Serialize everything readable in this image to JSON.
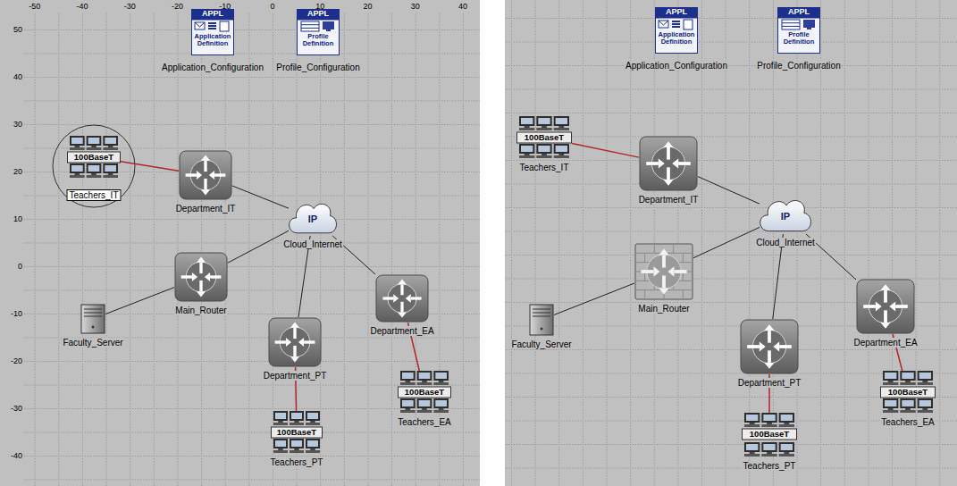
{
  "diagram": {
    "nodes": [
      {
        "text": [
          "APPL",
          "Application Definition",
          "Application_Configuration"
        ]
      },
      {
        "text": [
          "APPL",
          "Profile Definition",
          "Profile_Configuration"
        ]
      },
      {
        "text": [
          "100BaseT",
          "Teachers_IT"
        ]
      },
      {
        "text": [
          "Department_IT"
        ]
      },
      {
        "text": [
          "IP",
          "Cloud_Internet"
        ]
      },
      {
        "text": [
          "Main_Router"
        ]
      },
      {
        "text": [
          "Faculty_Server"
        ]
      },
      {
        "text": [
          "Department_EA"
        ]
      },
      {
        "text": [
          "Department_PT"
        ]
      },
      {
        "text": [
          "100BaseT",
          "Teachers_EA"
        ]
      },
      {
        "text": [
          "100BaseT",
          "Teachers_PT"
        ]
      },
      {
        "text": [
          "APPL",
          "Application Definition",
          "Application_Configuration"
        ]
      },
      {
        "text": [
          "APPL",
          "Profile Definition",
          "Profile_Configuration"
        ]
      },
      {
        "text": [
          "100BaseT",
          "Teachers_IT"
        ]
      },
      {
        "text": [
          "Department_IT"
        ]
      },
      {
        "text": [
          "IP",
          "Cloud_Internet"
        ]
      },
      {
        "text": [
          "Main_Router"
        ]
      },
      {
        "text": [
          "Faculty_Server"
        ]
      },
      {
        "text": [
          "Department_EA"
        ]
      },
      {
        "text": [
          "Department_PT"
        ]
      },
      {
        "text": [
          "100BaseT",
          "Teachers_EA"
        ]
      },
      {
        "text": [
          "100BaseT",
          "Teachers_PT"
        ]
      }
    ],
    "edges": [
      {
        "from": 2,
        "to": 3,
        "arrow": "none"
      },
      {
        "from": 3,
        "to": 4,
        "arrow": "none"
      },
      {
        "from": 5,
        "to": 4,
        "arrow": "none"
      },
      {
        "from": 6,
        "to": 5,
        "arrow": "none"
      },
      {
        "from": 8,
        "to": 4,
        "arrow": "none"
      },
      {
        "from": 7,
        "to": 4,
        "arrow": "none"
      },
      {
        "from": 8,
        "to": 10,
        "arrow": "none"
      },
      {
        "from": 7,
        "to": 9,
        "arrow": "none"
      },
      {
        "from": 13,
        "to": 14,
        "arrow": "none"
      },
      {
        "from": 14,
        "to": 15,
        "arrow": "none"
      },
      {
        "from": 16,
        "to": 15,
        "arrow": "none"
      },
      {
        "from": 17,
        "to": 16,
        "arrow": "none"
      },
      {
        "from": 19,
        "to": 15,
        "arrow": "none"
      },
      {
        "from": 18,
        "to": 15,
        "arrow": "none"
      },
      {
        "from": 19,
        "to": 21,
        "arrow": "none"
      },
      {
        "from": 18,
        "to": 20,
        "arrow": "none"
      }
    ],
    "labels": [
      "-50",
      "-40",
      "-30",
      "-20",
      "-10",
      "0",
      "10",
      "20",
      "30",
      "40",
      "50",
      "40",
      "30",
      "20",
      "10",
      "0",
      "-10",
      "-20",
      "-30",
      "-40"
    ]
  }
}
